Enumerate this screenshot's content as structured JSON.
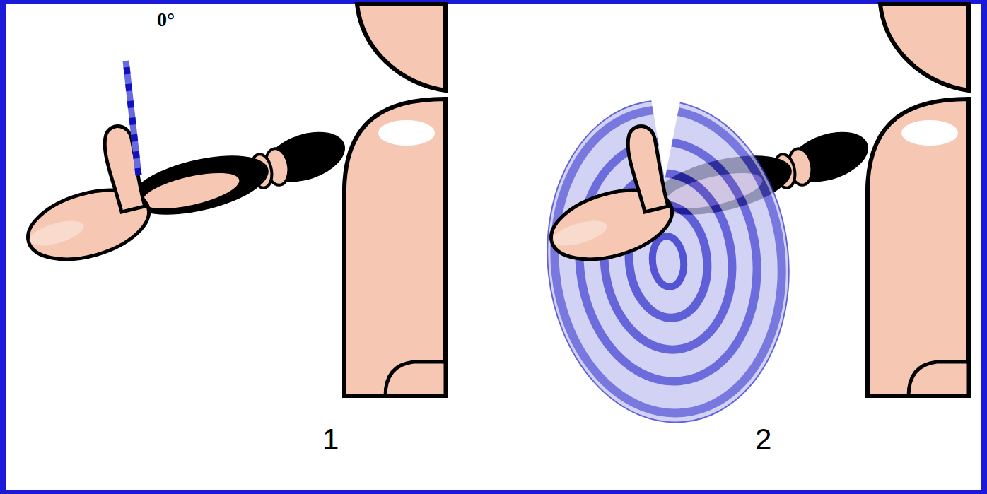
{
  "diagram": {
    "labels": [
      "0°",
      "1",
      "2"
    ]
  }
}
